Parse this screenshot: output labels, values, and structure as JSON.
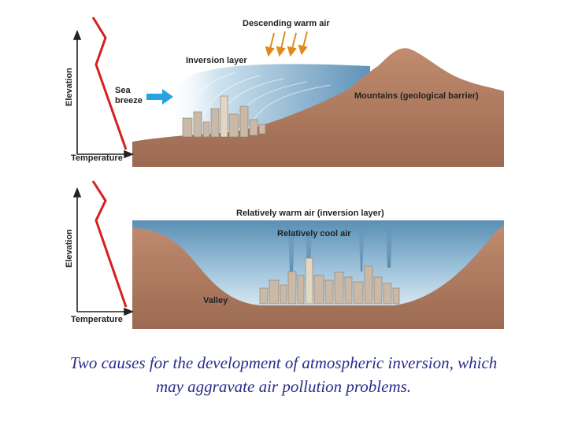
{
  "top_panel": {
    "y_axis_label": "Elevation",
    "x_axis_label": "Temperature",
    "descending_air_label": "Descending warm air",
    "inversion_label": "Inversion layer",
    "sea_breeze_label_line1": "Sea",
    "sea_breeze_label_line2": "breeze",
    "mountains_label": "Mountains (geological barrier)"
  },
  "bottom_panel": {
    "y_axis_label": "Elevation",
    "x_axis_label": "Temperature",
    "warm_air_label": "Relatively warm air (inversion layer)",
    "cool_air_label": "Relatively cool air",
    "valley_label": "Valley"
  },
  "caption": {
    "line1": "Two causes for the development of atmospheric inversion, which",
    "line2": "may aggravate air pollution problems."
  },
  "colors": {
    "temperature_profile": "#d42020",
    "ground": "#b07a5e",
    "ground_dark": "#8e5c44",
    "sky_blue": "#5f93b8",
    "arrow_orange": "#e08a1c",
    "sea_breeze_arrow": "#29a3e0",
    "caption_text": "#2b2b8c"
  }
}
